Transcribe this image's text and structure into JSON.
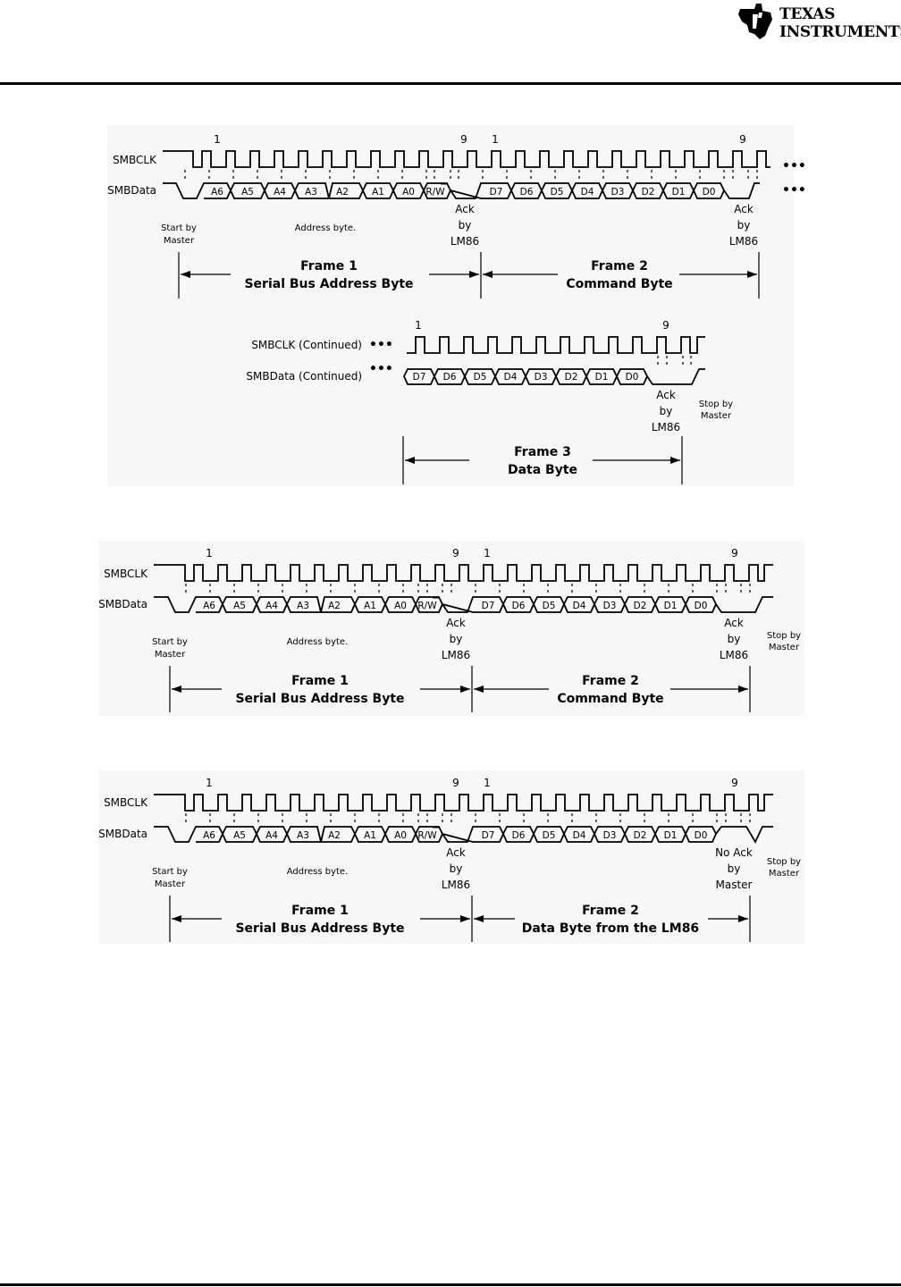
{
  "header": {
    "logo": {
      "line1": "Texas",
      "line2": "Instruments"
    }
  },
  "diagrams": [
    {
      "signals": {
        "clock": "SMBCLK",
        "data": "SMBData"
      },
      "clock_numbers": {
        "f1_start": "1",
        "f1_end": "9",
        "f2_start": "1",
        "f2_end": "9"
      },
      "address_bits": [
        "A6",
        "A5",
        "A4",
        "A3",
        "A2",
        "A1",
        "A0"
      ],
      "rw_label": "R/W",
      "data_bits": [
        "D7",
        "D6",
        "D5",
        "D4",
        "D3",
        "D2",
        "D1",
        "D0"
      ],
      "start_note": [
        "Start by",
        "Master"
      ],
      "address_note": "Address byte.",
      "ack1": [
        "Ack",
        "by",
        "LM86"
      ],
      "ack2": [
        "Ack",
        "by",
        "LM86"
      ],
      "frame1": [
        "Frame 1",
        "Serial Bus Address Byte"
      ],
      "frame2": [
        "Frame 2",
        "Command Byte"
      ],
      "continuation": "•••",
      "continued": {
        "clock": "SMBCLK (Continued)",
        "data": "SMBData (Continued)",
        "num_start": "1",
        "num_end": "9",
        "data_bits": [
          "D7",
          "D6",
          "D5",
          "D4",
          "D3",
          "D2",
          "D1",
          "D0"
        ],
        "ack": [
          "Ack",
          "by",
          "LM86"
        ],
        "stop_note": [
          "Stop by",
          "Master"
        ],
        "frame": [
          "Frame 3",
          "Data Byte"
        ]
      }
    },
    {
      "signals": {
        "clock": "SMBCLK",
        "data": "SMBData"
      },
      "clock_numbers": {
        "f1_start": "1",
        "f1_end": "9",
        "f2_start": "1",
        "f2_end": "9"
      },
      "address_bits": [
        "A6",
        "A5",
        "A4",
        "A3",
        "A2",
        "A1",
        "A0"
      ],
      "rw_label": "R/W",
      "data_bits": [
        "D7",
        "D6",
        "D5",
        "D4",
        "D3",
        "D2",
        "D1",
        "D0"
      ],
      "start_note": [
        "Start by",
        "Master"
      ],
      "address_note": "Address byte.",
      "ack1": [
        "Ack",
        "by",
        "LM86"
      ],
      "ack2": [
        "Ack",
        "by",
        "LM86"
      ],
      "stop_note": [
        "Stop by",
        "Master"
      ],
      "frame1": [
        "Frame 1",
        "Serial Bus Address Byte"
      ],
      "frame2": [
        "Frame 2",
        "Command Byte"
      ]
    },
    {
      "signals": {
        "clock": "SMBCLK",
        "data": "SMBData"
      },
      "clock_numbers": {
        "f1_start": "1",
        "f1_end": "9",
        "f2_start": "1",
        "f2_end": "9"
      },
      "address_bits": [
        "A6",
        "A5",
        "A4",
        "A3",
        "A2",
        "A1",
        "A0"
      ],
      "rw_label": "R/W",
      "data_bits": [
        "D7",
        "D6",
        "D5",
        "D4",
        "D3",
        "D2",
        "D1",
        "D0"
      ],
      "start_note": [
        "Start by",
        "Master"
      ],
      "address_note": "Address byte.",
      "ack1": [
        "Ack",
        "by",
        "LM86"
      ],
      "ack2": [
        "No Ack",
        "by",
        "Master"
      ],
      "stop_note": [
        "Stop by",
        "Master"
      ],
      "frame1": [
        "Frame 1",
        "Serial Bus Address Byte"
      ],
      "frame2": [
        "Frame 2",
        "Data Byte from the LM86"
      ]
    }
  ]
}
